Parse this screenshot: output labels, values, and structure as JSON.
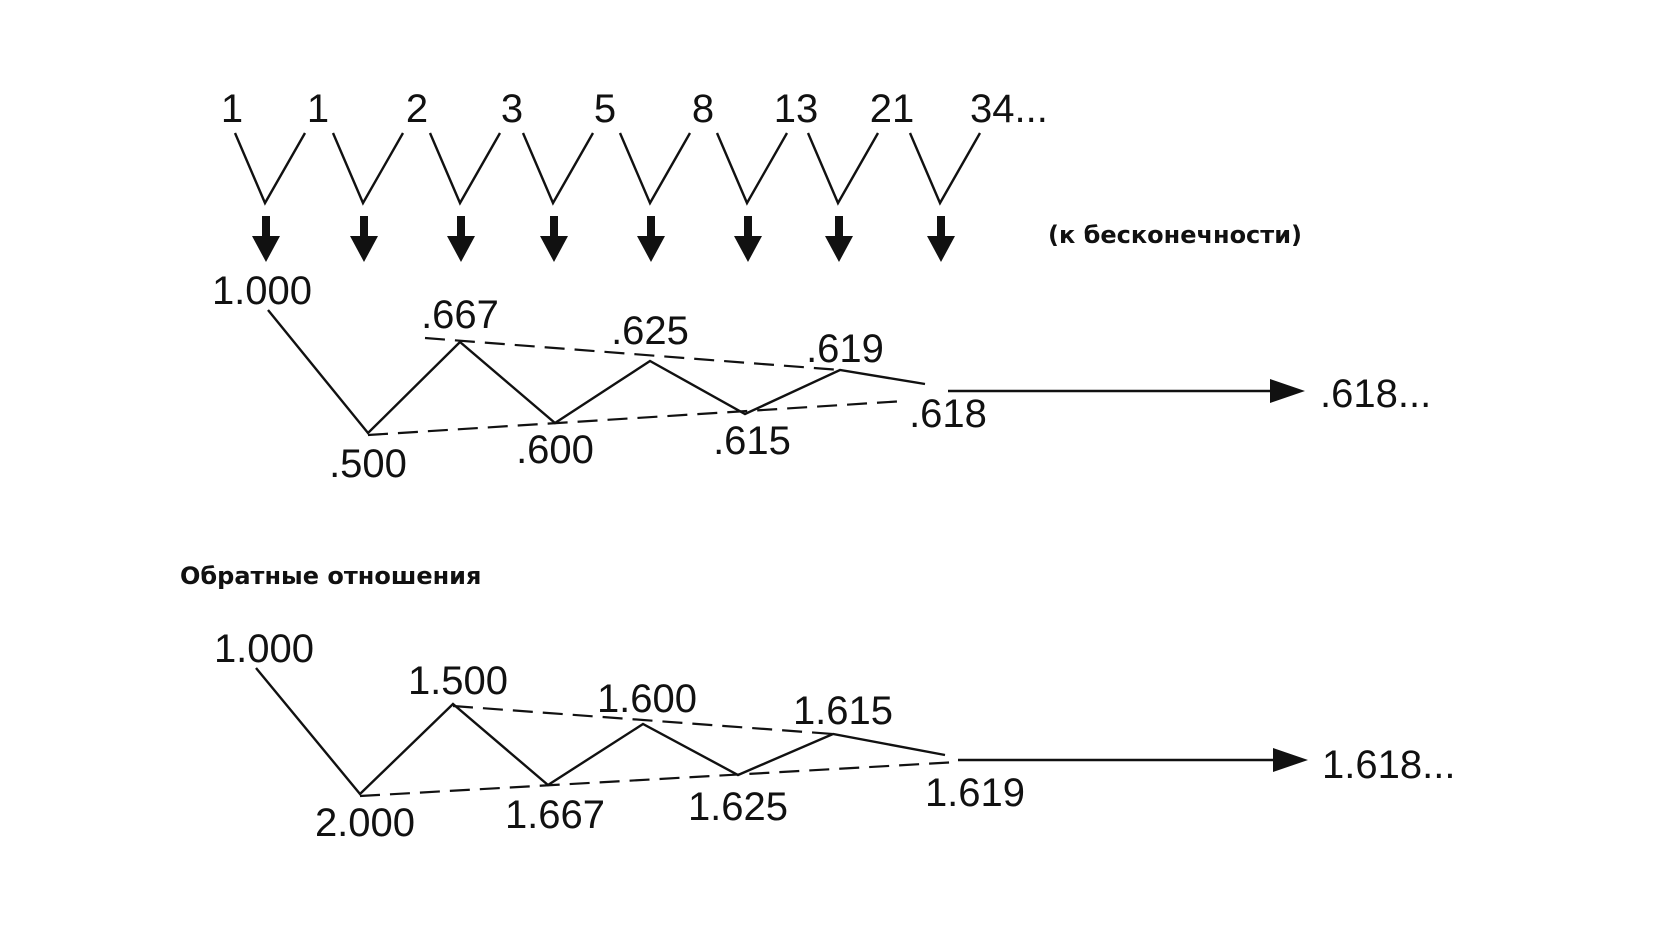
{
  "fibonacci": [
    "1",
    "1",
    "2",
    "3",
    "5",
    "8",
    "13",
    "21",
    "34..."
  ],
  "infinity_note": "(к бесконечности)",
  "ratios": {
    "values": [
      "1.000",
      ".500",
      ".667",
      ".600",
      ".625",
      ".615",
      ".619",
      ".618"
    ],
    "limit": ".618..."
  },
  "inverse_heading": "Обратные отношения",
  "inverse": {
    "values": [
      "1.000",
      "2.000",
      "1.500",
      "1.667",
      "1.600",
      "1.625",
      "1.615",
      "1.619"
    ],
    "limit": "1.618..."
  }
}
